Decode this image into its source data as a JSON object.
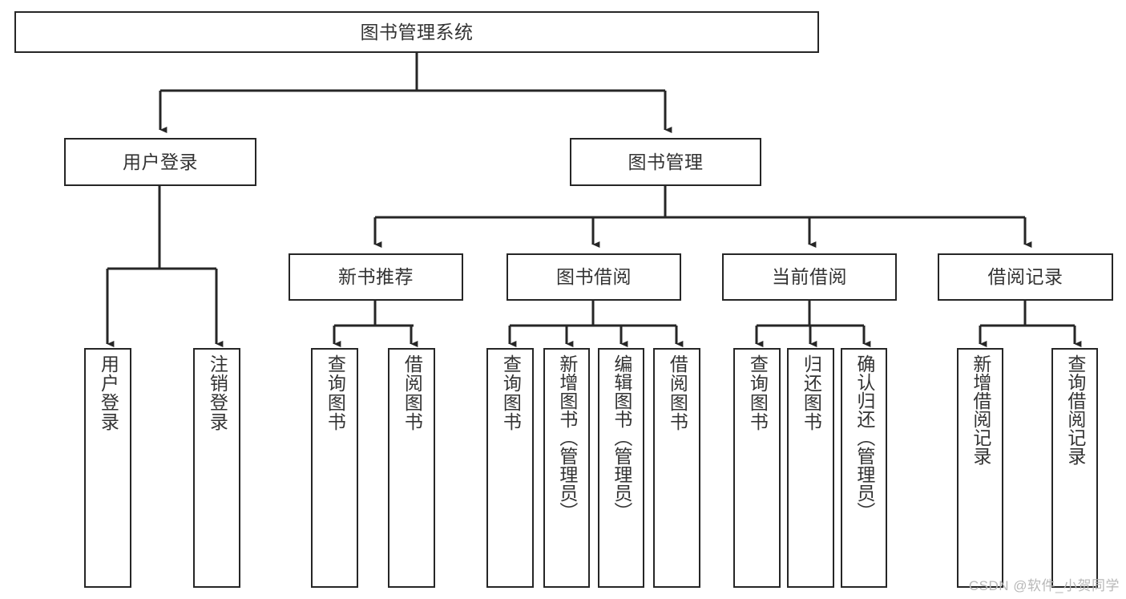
{
  "diagram": {
    "type": "tree-hierarchy",
    "title": "图书管理系统",
    "watermark": "CSDN @软件_小贺同学",
    "colors": {
      "stroke": "#262626",
      "fill": "#ffffff",
      "text": "#333333",
      "watermark": "#b8b8b8"
    },
    "nodes": {
      "root": {
        "label": "图书管理系统",
        "level": 0,
        "orientation": "horizontal"
      },
      "level1": [
        {
          "id": "user-login",
          "label": "用户登录",
          "orientation": "horizontal"
        },
        {
          "id": "book-manage",
          "label": "图书管理",
          "orientation": "horizontal"
        }
      ],
      "level2": [
        {
          "id": "new-book-recommend",
          "label": "新书推荐",
          "orientation": "horizontal"
        },
        {
          "id": "book-borrow",
          "label": "图书借阅",
          "orientation": "horizontal"
        },
        {
          "id": "current-borrow",
          "label": "当前借阅",
          "orientation": "horizontal"
        },
        {
          "id": "borrow-record",
          "label": "借阅记录",
          "orientation": "horizontal"
        }
      ],
      "leaves": {
        "user-login": [
          {
            "id": "leaf-user-login",
            "label": "用户登录",
            "orientation": "vertical"
          },
          {
            "id": "leaf-user-logout",
            "label": "注销登录",
            "orientation": "vertical"
          }
        ],
        "new-book-recommend": [
          {
            "id": "leaf-query-book-1",
            "label": "查询图书",
            "orientation": "vertical"
          },
          {
            "id": "leaf-borrow-book-1",
            "label": "借阅图书",
            "orientation": "vertical"
          }
        ],
        "book-borrow": [
          {
            "id": "leaf-query-book-2",
            "label": "查询图书",
            "orientation": "vertical"
          },
          {
            "id": "leaf-add-book",
            "label": "新增图书（管理员）",
            "orientation": "vertical"
          },
          {
            "id": "leaf-edit-book",
            "label": "编辑图书（管理员）",
            "orientation": "vertical"
          },
          {
            "id": "leaf-borrow-book-2",
            "label": "借阅图书",
            "orientation": "vertical"
          }
        ],
        "current-borrow": [
          {
            "id": "leaf-query-book-3",
            "label": "查询图书",
            "orientation": "vertical"
          },
          {
            "id": "leaf-return-book",
            "label": "归还图书",
            "orientation": "vertical"
          },
          {
            "id": "leaf-confirm-return",
            "label": "确认归还（管理员）",
            "orientation": "vertical"
          }
        ],
        "borrow-record": [
          {
            "id": "leaf-add-record",
            "label": "新增借阅记录",
            "orientation": "vertical"
          },
          {
            "id": "leaf-query-record",
            "label": "查询借阅记录",
            "orientation": "vertical"
          }
        ]
      }
    }
  }
}
